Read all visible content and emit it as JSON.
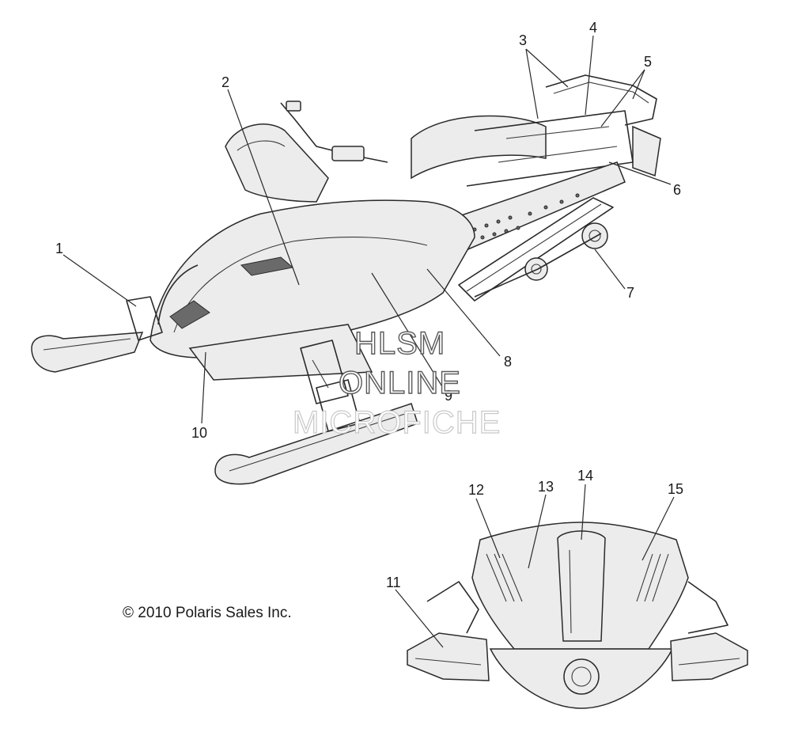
{
  "callouts": [
    {
      "id": "1",
      "text": "1"
    },
    {
      "id": "2",
      "text": "2"
    },
    {
      "id": "3",
      "text": "3"
    },
    {
      "id": "4",
      "text": "4"
    },
    {
      "id": "5",
      "text": "5"
    },
    {
      "id": "6",
      "text": "6"
    },
    {
      "id": "7",
      "text": "7"
    },
    {
      "id": "8",
      "text": "8"
    },
    {
      "id": "9",
      "text": "9"
    },
    {
      "id": "10",
      "text": "10"
    },
    {
      "id": "11",
      "text": "11"
    },
    {
      "id": "12",
      "text": "12"
    },
    {
      "id": "13",
      "text": "13"
    },
    {
      "id": "14",
      "text": "14"
    },
    {
      "id": "15",
      "text": "15"
    }
  ],
  "watermark": {
    "line1": "HLSM",
    "line2": "ONLINE",
    "line3": "MICROFICHE"
  },
  "copyright": "© 2010 Polaris Sales Inc."
}
